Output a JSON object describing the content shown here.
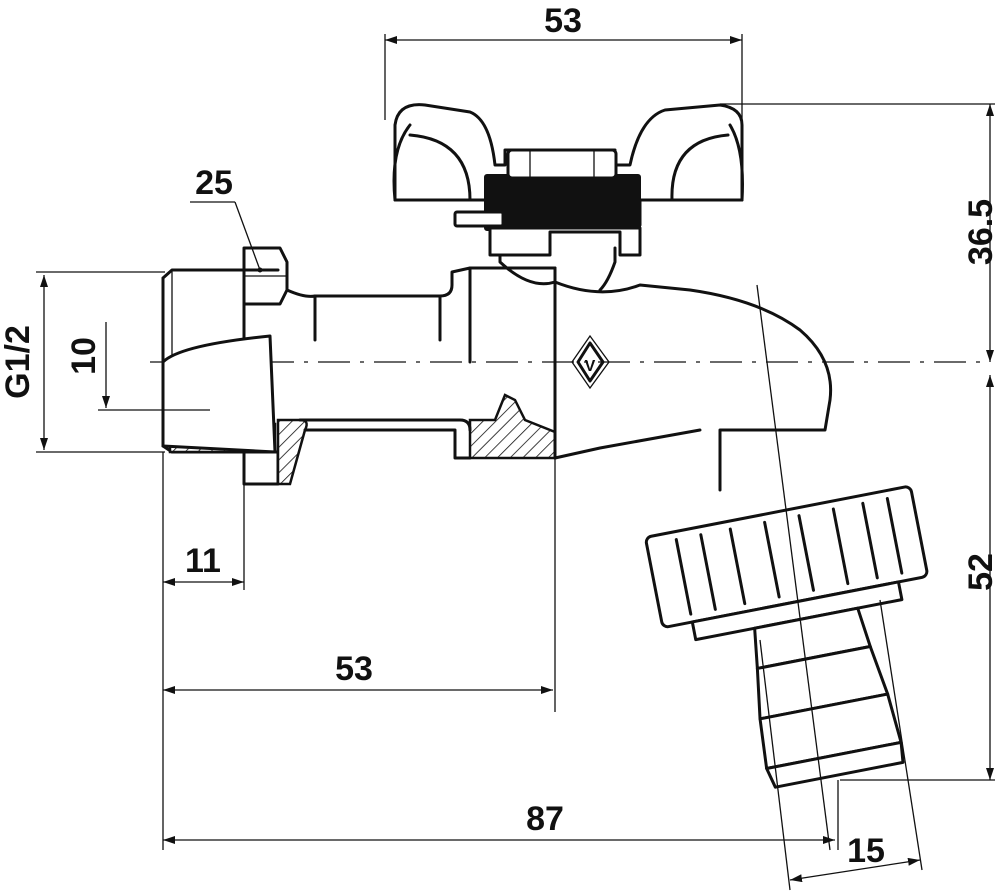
{
  "drawing": {
    "dimensions": {
      "handle_width": "53",
      "handle_height": "36.5",
      "hex_size": "25",
      "thread": "G1/2",
      "bore": "10",
      "thread_length": "11",
      "body_length": "53",
      "total_length": "87",
      "outlet": "15",
      "outlet_height": "52"
    },
    "logo_letter": "V"
  }
}
